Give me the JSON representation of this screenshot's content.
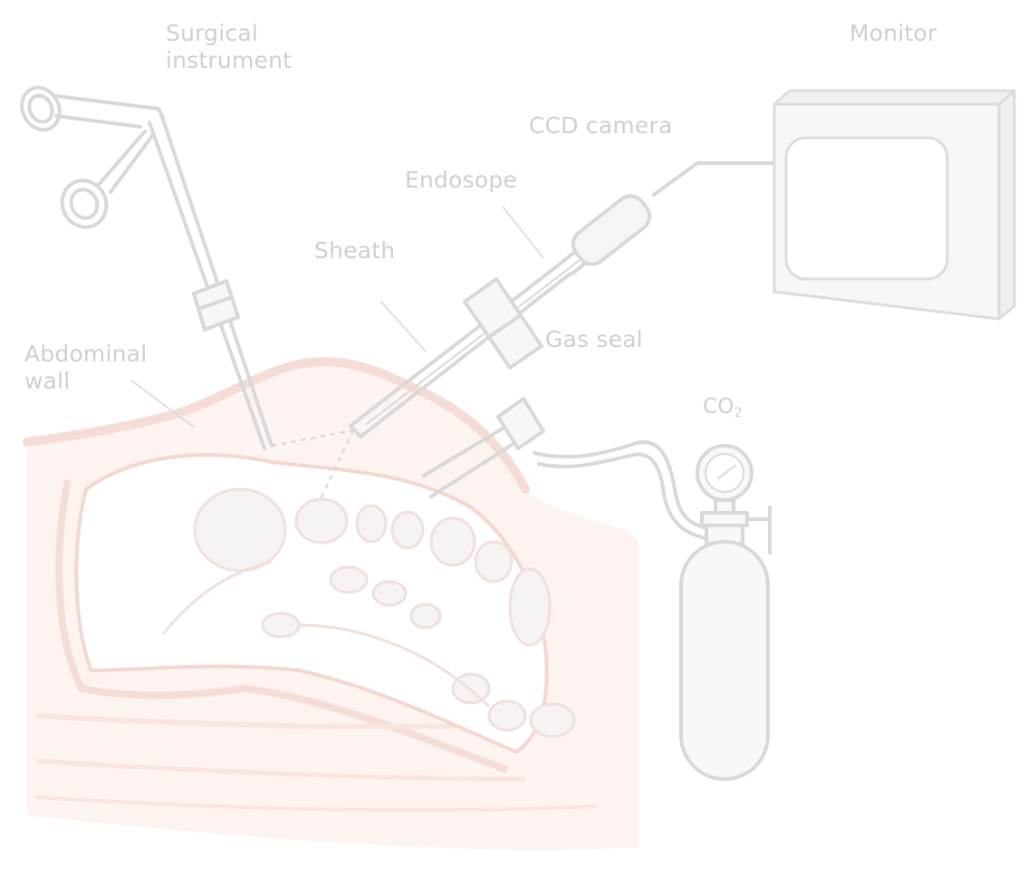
{
  "labels": {
    "surgical_instrument": [
      "Surgical",
      "instrument"
    ],
    "monitor": "Monitor",
    "ccd_camera": "CCD camera",
    "endoscope": "Endosope",
    "sheath": "Sheath",
    "gas_seal": "Gas seal",
    "abdominal_wall": [
      "Abdominal",
      "wall"
    ],
    "co2": {
      "main": "CO",
      "sub": "2"
    }
  },
  "colors": {
    "label_text": "#cfcfcf",
    "equipment_stroke": "#d8d8d8",
    "equipment_fill": "#f7f7f7",
    "tissue_fill": "#fdf3f1",
    "tissue_stroke": "#f6dcd6",
    "organ_fill": "#f5f5f5"
  }
}
